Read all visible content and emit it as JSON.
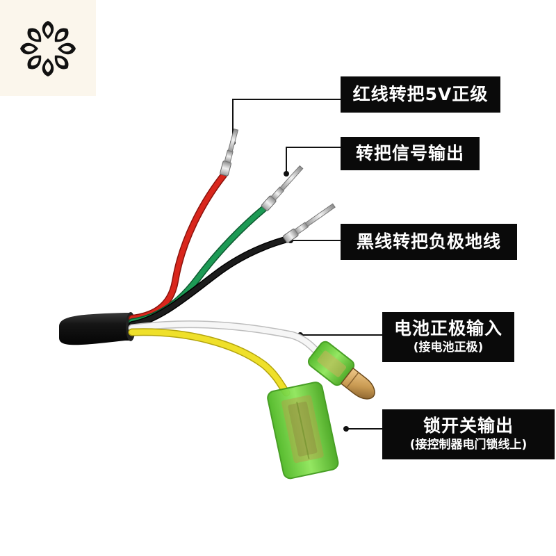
{
  "logo": {
    "icon": "flower-petal-logo"
  },
  "labels": {
    "red_wire": {
      "main": "红线转把5V正级"
    },
    "signal_wire": {
      "main": "转把信号输出"
    },
    "black_wire": {
      "main": "黑线转把负极地线"
    },
    "battery_positive": {
      "main": "电池正极输入",
      "sub": "(接电池正极)"
    },
    "lock_switch": {
      "main": "锁开关输出",
      "sub": "(接控制器电门锁线上)"
    }
  },
  "colors": {
    "background": "#ffffff",
    "label_bg": "#0a0a0a",
    "label_text": "#ffffff",
    "wire_red": "#d9261c",
    "wire_green": "#1d9a55",
    "wire_black": "#151515",
    "wire_white": "#f4f4f4",
    "wire_yellow": "#efe02a",
    "sleeve_green": "#69d23a",
    "brass": "#c99a52"
  }
}
